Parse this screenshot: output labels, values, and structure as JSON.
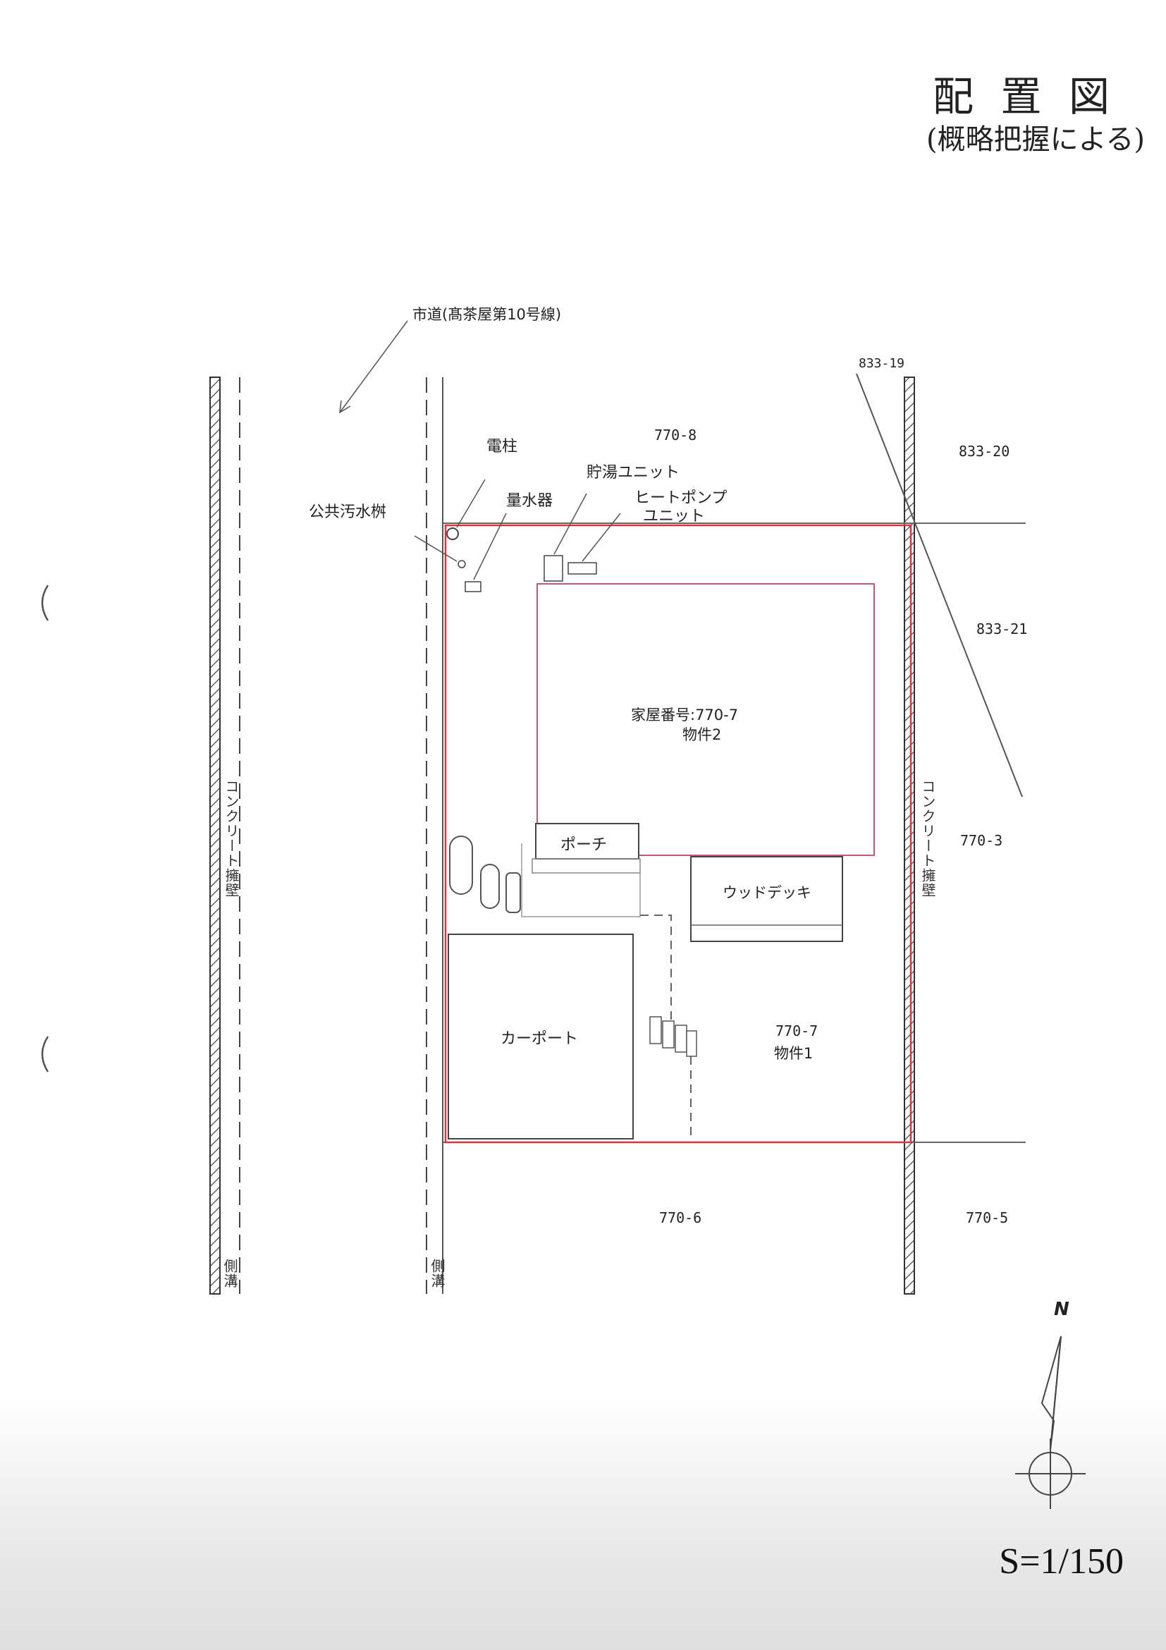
{
  "header": {
    "title": "配 置 図",
    "subtitle": "(概略把握による)"
  },
  "scale_label": "S=1/150",
  "north_label": "N",
  "road_label": "市道(髙茶屋第10号線)",
  "labels": {
    "pole": "電柱",
    "meter": "量水器",
    "sewer": "公共汚水桝",
    "storage": "貯湯ユニット",
    "heatpump_1": "ヒートポンプ",
    "heatpump_2": "ユニット",
    "house_1": "家屋番号:770-7",
    "house_2": "物件2",
    "porch": "ポーチ",
    "deck": "ウッドデッキ",
    "carport": "カーポート",
    "lot_1": "770-7",
    "lot_2": "物件1",
    "wall_left": "コンクリート擁壁",
    "wall_right": "コンクリート擁壁",
    "ditch_left": "側溝",
    "ditch_right": "側溝"
  },
  "parcels": {
    "north": "770-8",
    "south": "770-6",
    "se": "770-5",
    "east": "770-3",
    "ne_19": "833-19",
    "ne_20": "833-20",
    "ne_21": "833-21"
  },
  "colors": {
    "boundary": "#d9353f",
    "house": "#c8567a",
    "line": "#555555"
  }
}
